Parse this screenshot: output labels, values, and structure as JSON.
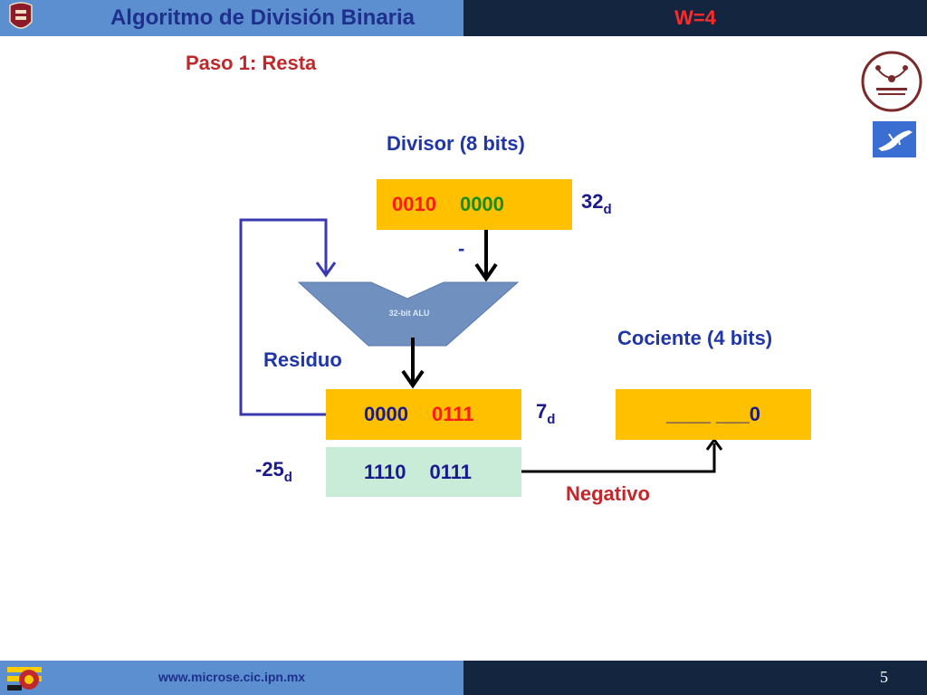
{
  "header": {
    "title": "Algoritmo de División Binaria",
    "width_label": "W=4"
  },
  "step_title": "Paso 1:  Resta",
  "divisor": {
    "label": "Divisor  (8 bits)",
    "high_nibble": "0010",
    "low_nibble": "0000",
    "decimal": "32",
    "decimal_sub": "d"
  },
  "minus_sign": "-",
  "alu_label": "32-bit ALU",
  "residuo": {
    "label": "Residuo",
    "high_nibble": "0000",
    "low_nibble": "0111",
    "decimal": "7",
    "decimal_sub": "d"
  },
  "result": {
    "high_nibble": "1110",
    "low_nibble": "0111",
    "decimal": "-25",
    "decimal_sub": "d",
    "sign_label": "Negativo"
  },
  "cociente": {
    "label": "Cociente (4 bits)",
    "value": "____ ___0"
  },
  "footer": {
    "url": "www.microse.cic.ipn.mx",
    "page_number": "5"
  },
  "colors": {
    "header_left": "#5b8fd0",
    "header_right": "#14253f",
    "label_blue": "#1f35a8",
    "accent_red": "#c0282b",
    "register_yellow": "#ffc000",
    "register_mint": "#c9ecd9",
    "alu_fill": "#7090c0",
    "feedback_line": "#3a3ab0"
  },
  "icons": [
    "ipn-logo-icon",
    "red-de-computacion-logo-icon",
    "lizard-icon",
    "microse-logo-icon"
  ]
}
